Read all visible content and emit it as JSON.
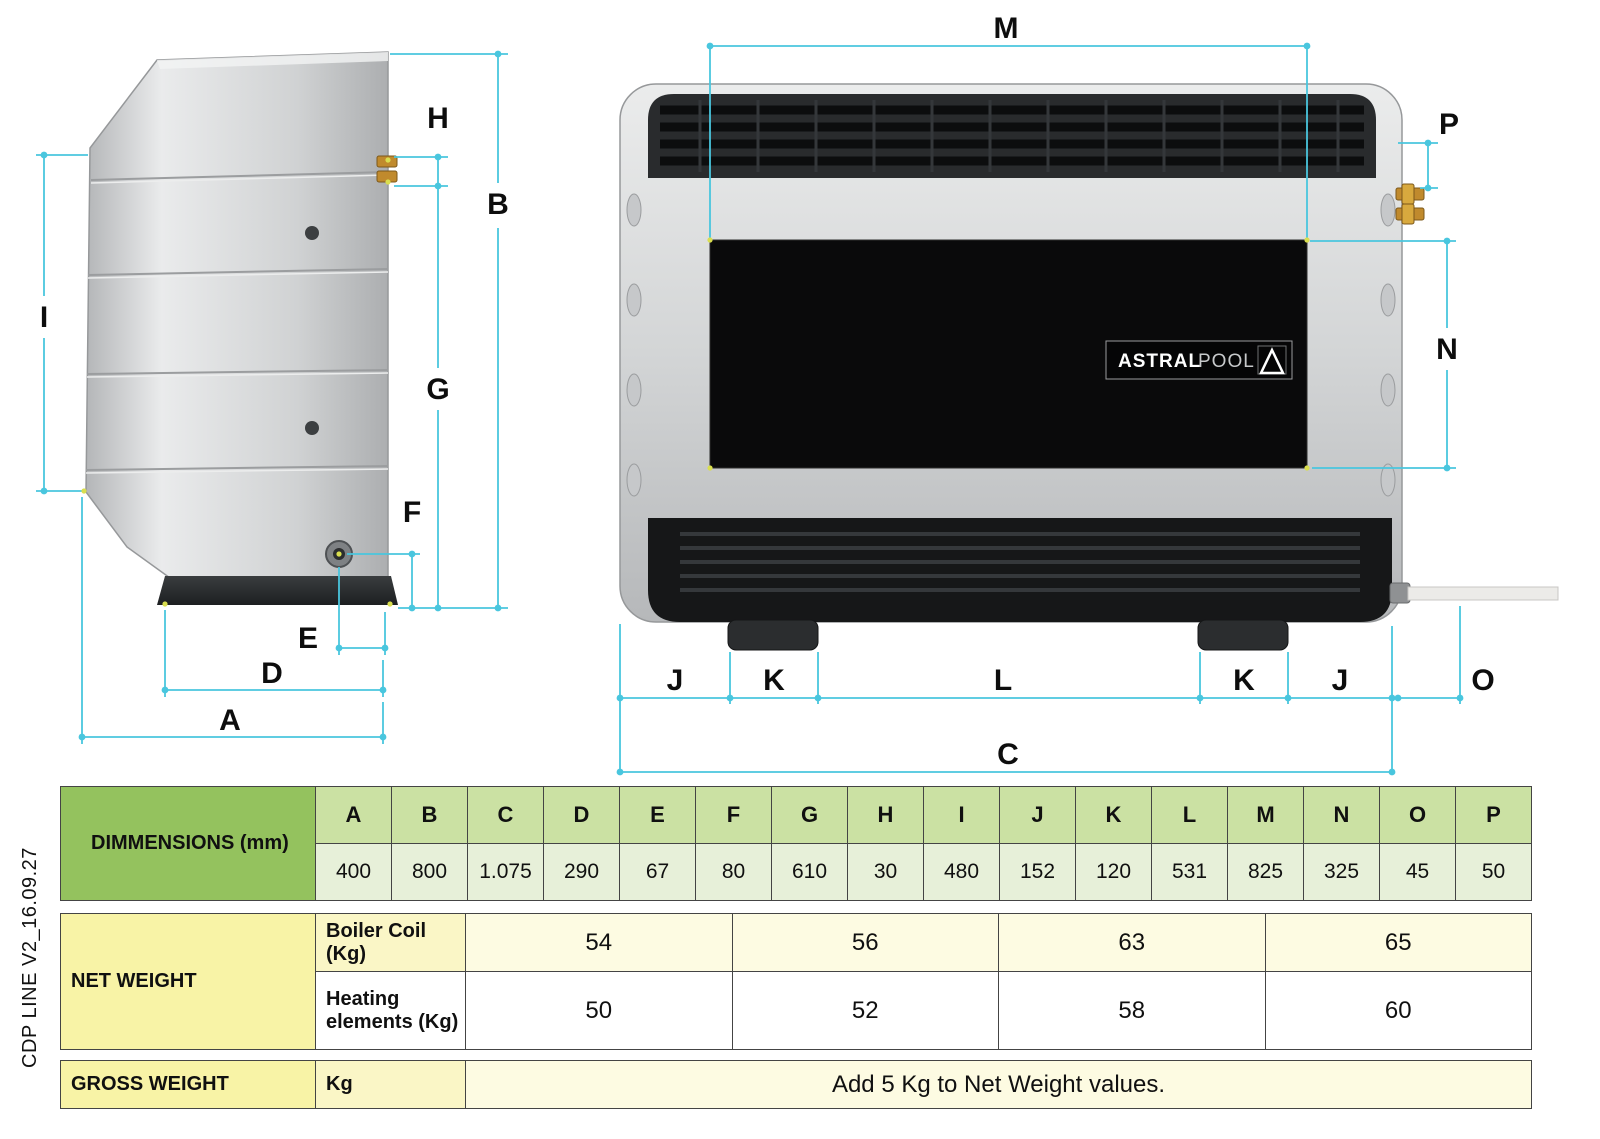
{
  "doc_code": "CDP LINE V2_16.09.27",
  "drawing": {
    "labels": {
      "A": "A",
      "B": "B",
      "C": "C",
      "D": "D",
      "E": "E",
      "F": "F",
      "G": "G",
      "H": "H",
      "I": "I",
      "J": "J",
      "K": "K",
      "L": "L",
      "M": "M",
      "N": "N",
      "O": "O",
      "P": "P"
    },
    "logo": {
      "bold": "ASTRAL",
      "light": "POOL"
    },
    "colors": {
      "dimension_line": "#49c6de",
      "anchor_dot": "#d9de4f",
      "body_gray": "#d3d5d6",
      "panel_black": "#0a0a0b",
      "brass": "#c08a2d"
    }
  },
  "dimensions_table": {
    "title": "DIMMENSIONS (mm)",
    "columns": [
      "A",
      "B",
      "C",
      "D",
      "E",
      "F",
      "G",
      "H",
      "I",
      "J",
      "K",
      "L",
      "M",
      "N",
      "O",
      "P"
    ],
    "values": [
      "400",
      "800",
      "1.075",
      "290",
      "67",
      "80",
      "610",
      "30",
      "480",
      "152",
      "120",
      "531",
      "825",
      "325",
      "45",
      "50"
    ],
    "colors": {
      "title_bg": "#94c25e",
      "letters_bg": "#cbe1a3",
      "values_bg": "#e7f0d9"
    }
  },
  "net_weight": {
    "title": "NET WEIGHT",
    "rows": [
      {
        "label": "Boiler Coil (Kg)",
        "values": [
          "54",
          "56",
          "63",
          "65"
        ]
      },
      {
        "label": "Heating elements (Kg)",
        "values": [
          "50",
          "52",
          "58",
          "60"
        ]
      }
    ],
    "colors": {
      "title_bg": "#f8f3a6",
      "row1_bg": "#fdfbe2",
      "row2_bg": "#ffffff"
    }
  },
  "gross_weight": {
    "title": "GROSS WEIGHT",
    "unit": "Kg",
    "note": "Add 5 Kg to Net Weight values."
  }
}
